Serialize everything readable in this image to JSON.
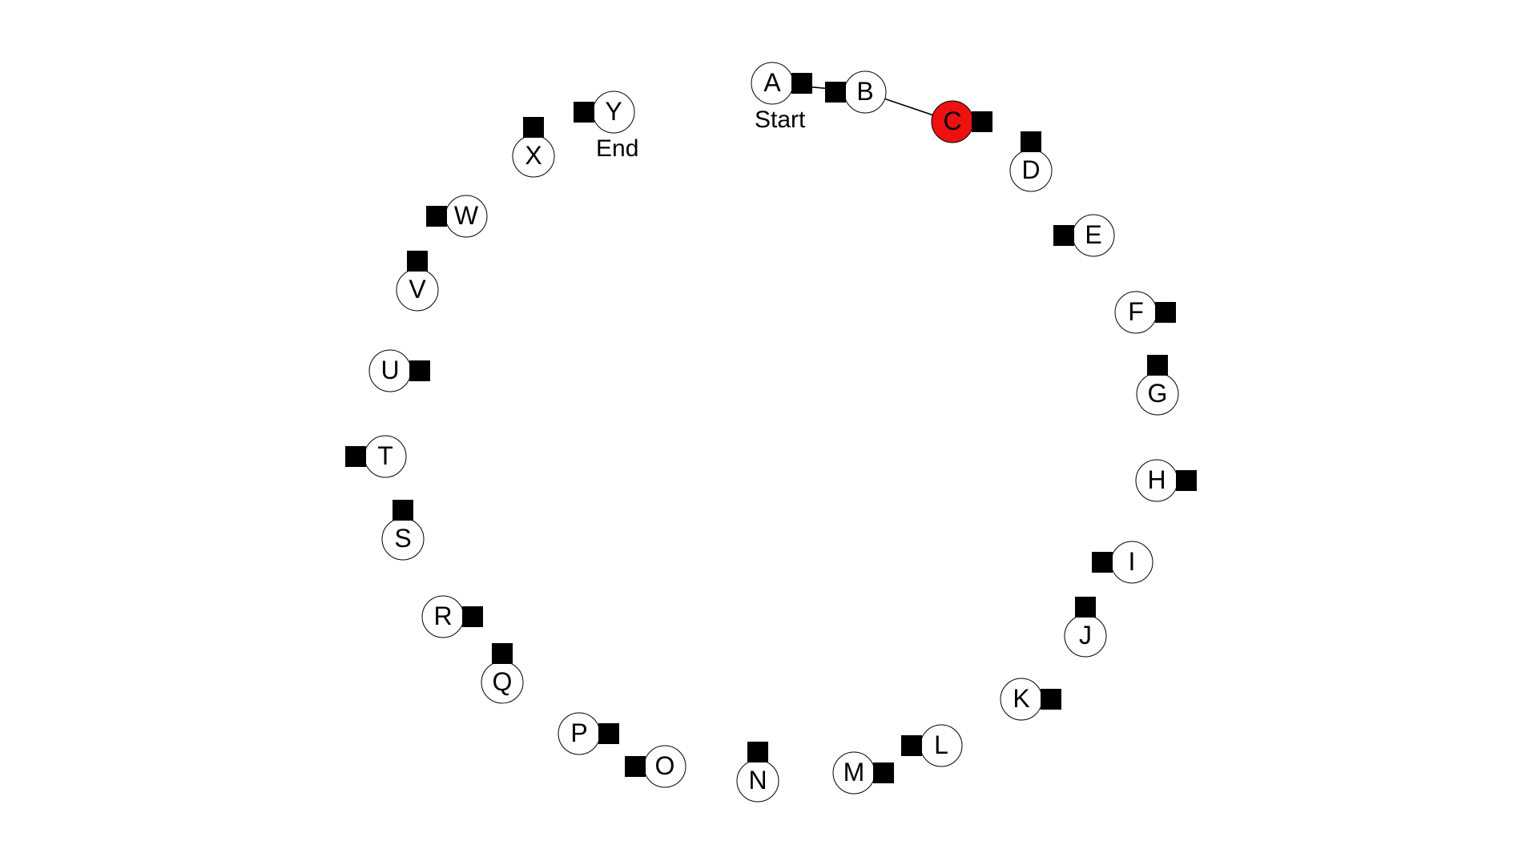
{
  "puzzle": {
    "start_label": "Start",
    "end_label": "End",
    "start_node": "A",
    "end_node": "Y",
    "current_node": "C",
    "path": [
      "A",
      "B",
      "C"
    ]
  },
  "colors": {
    "background": "#ffffff",
    "node_fill": "#ffffff",
    "current_node_fill": "#ee1111",
    "outline": "#000000",
    "handle": "#000000",
    "path": "#000000"
  },
  "nodes": [
    {
      "id": "A"
    },
    {
      "id": "B"
    },
    {
      "id": "C"
    },
    {
      "id": "D"
    },
    {
      "id": "E"
    },
    {
      "id": "F"
    },
    {
      "id": "G"
    },
    {
      "id": "H"
    },
    {
      "id": "I"
    },
    {
      "id": "J"
    },
    {
      "id": "K"
    },
    {
      "id": "L"
    },
    {
      "id": "M"
    },
    {
      "id": "N"
    },
    {
      "id": "O"
    },
    {
      "id": "P"
    },
    {
      "id": "Q"
    },
    {
      "id": "R"
    },
    {
      "id": "S"
    },
    {
      "id": "T"
    },
    {
      "id": "U"
    },
    {
      "id": "V"
    },
    {
      "id": "W"
    },
    {
      "id": "X"
    },
    {
      "id": "Y"
    }
  ]
}
